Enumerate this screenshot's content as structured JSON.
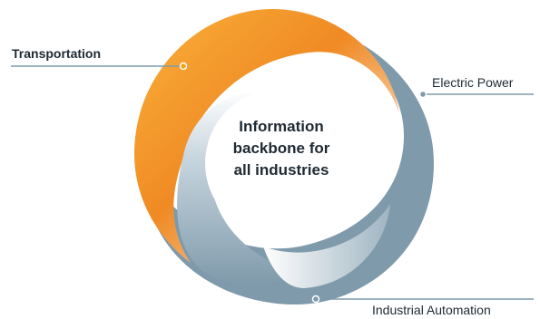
{
  "center": {
    "lines": [
      "Information",
      "backbone for",
      "all industries"
    ]
  },
  "labels": {
    "transportation": "Transportation",
    "electric_power": "Electric Power",
    "industrial_automation": "Industrial Automation"
  },
  "colors": {
    "orange": "#f7a11a",
    "orange_deep": "#f08a24",
    "steel": "#7f9aab",
    "steel_light": "#c7d5de",
    "leader_line": "#7f9aab",
    "dot": "#7f9aab",
    "dot_orange": "#f7a11a",
    "text": "#1f2a33"
  }
}
